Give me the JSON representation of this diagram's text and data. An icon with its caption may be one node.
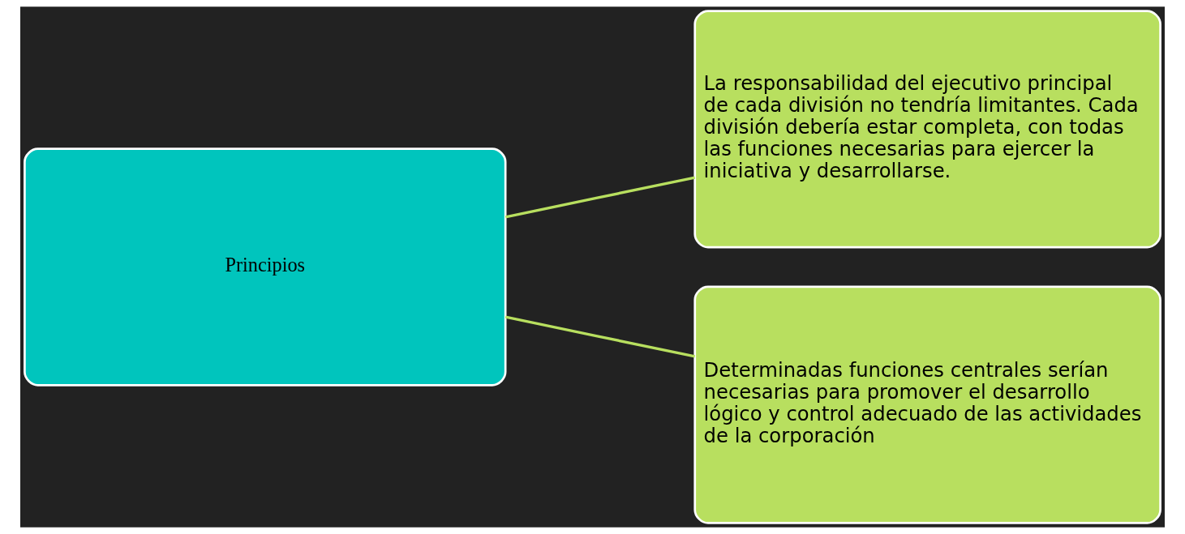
{
  "diagram": {
    "nodes": [
      {
        "text": [
          "Principios"
        ]
      },
      {
        "text": [
          "La responsabilidad del ejecutivo principal de cada división no tendría limitantes. Cada división debería estar completa, con todas las funciones necesarias para ejercer la iniciativa y desarrollarse."
        ]
      },
      {
        "text": [
          "Determinadas funciones centrales serían necesarias para promover el desarrollo lógico y control adecuado de las actividades de la corporación"
        ]
      }
    ],
    "edges": [
      {
        "from": 0,
        "to": 1,
        "arrow": "none"
      },
      {
        "from": 0,
        "to": 2,
        "arrow": "none"
      }
    ]
  }
}
